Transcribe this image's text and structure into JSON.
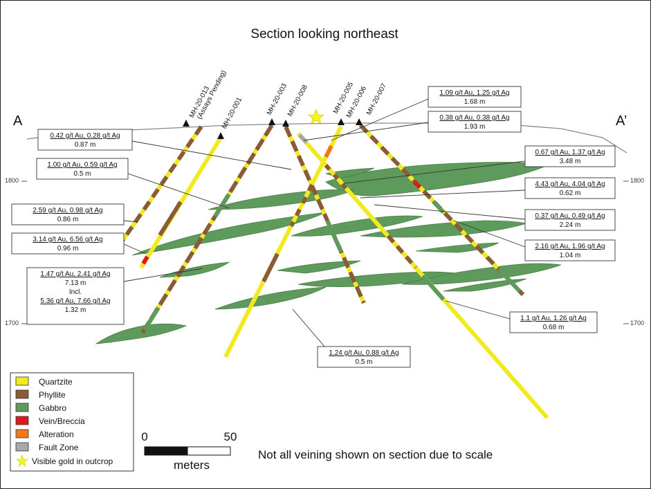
{
  "title": "Section looking northeast",
  "section_labels": {
    "start": "A",
    "end": "A’"
  },
  "elevations": {
    "upper": "1800",
    "lower": "1700"
  },
  "colors": {
    "quartzite": "#f2ea20",
    "phyllite": "#8a5c36",
    "gabbro": "#5e9a5c",
    "vein": "#e01818",
    "alteration": "#f07818",
    "fault": "#a8a8a8",
    "star": "#f7f41c"
  },
  "drill_holes": [
    {
      "id": "MH-20-013",
      "note": "(Assays Pending)"
    },
    {
      "id": "MH-20-001"
    },
    {
      "id": "MH-20-003"
    },
    {
      "id": "MH-20-008"
    },
    {
      "id": "MH-20-005"
    },
    {
      "id": "MH-20-006"
    },
    {
      "id": "MH-20-007"
    }
  ],
  "intercepts": [
    {
      "grade": "0.42 g/t Au, 0.28 g/t Ag",
      "width": "0.87 m"
    },
    {
      "grade": "1.00 g/t Au, 0.59 g/t Ag",
      "width": "0.5 m"
    },
    {
      "grade": "2.59 g/t Au, 0.98 g/t Ag",
      "width": "0.86 m"
    },
    {
      "grade": "3.14 g/t Au, 6.56 g/t Ag",
      "width": "0.96 m"
    },
    {
      "grade": "1.47 g/t Au, 2.41 g/t Ag",
      "width": "7.13 m",
      "incl": "Incl.",
      "grade2": "5.36 g/t Au, 7.66 g/t Ag",
      "width2": "1.32 m"
    },
    {
      "grade": "1.09 g/t Au, 1.25 g/t Ag",
      "width": "1.68 m"
    },
    {
      "grade": "0.38 g/t Au, 0.38 g/t Ag",
      "width": "1.93 m"
    },
    {
      "grade": "0.67 g/t Au, 1.37 g/t Ag",
      "width": "3.48 m"
    },
    {
      "grade": "4.43 g/t Au, 4.04 g/t Ag",
      "width": "0.62 m"
    },
    {
      "grade": "0.37 g/t Au, 0.49 g/t Ag",
      "width": "2.24 m"
    },
    {
      "grade": "2.16 g/t Au, 1.96 g/t Ag",
      "width": "1.04 m"
    },
    {
      "grade": "1.1 g/t Au, 1.26 g/t Ag",
      "width": "0.68 m"
    },
    {
      "grade": "1.24 g/t Au, 0.88 g/t Ag",
      "width": "0.5 m"
    }
  ],
  "legend": [
    {
      "label": "Quartzite",
      "key": "quartzite"
    },
    {
      "label": "Phyllite",
      "key": "phyllite"
    },
    {
      "label": "Gabbro",
      "key": "gabbro"
    },
    {
      "label": "Vein/Breccia",
      "key": "vein"
    },
    {
      "label": "Alteration",
      "key": "alteration"
    },
    {
      "label": "Fault Zone",
      "key": "fault"
    },
    {
      "label": "Visible gold in outcrop",
      "key": "star"
    }
  ],
  "scale": {
    "start": "0",
    "end": "50",
    "unit": "meters"
  },
  "note": "Not all veining shown on section due to scale"
}
